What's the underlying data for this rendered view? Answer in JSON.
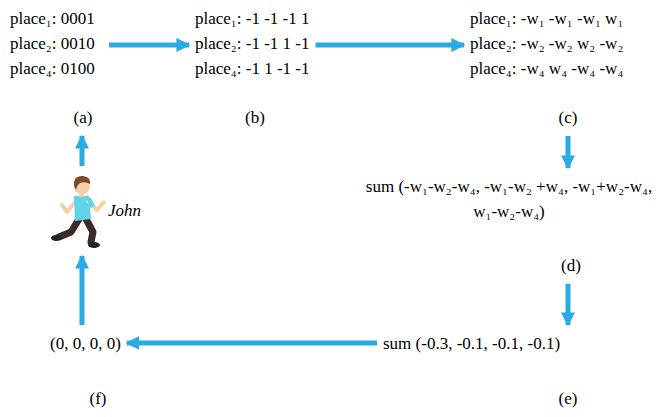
{
  "diagram": {
    "nodes": [
      {
        "text": [
          "place₁: 0001",
          "place₂: 0010",
          "place₄: 0100",
          "(a)"
        ]
      },
      {
        "text": [
          "place₁: -1 -1 -1 1",
          "place₂: -1 -1 1 -1",
          "place₄: -1 1 -1 -1",
          "(b)"
        ]
      },
      {
        "text": [
          "place₁: -w₁ -w₁ -w₁ w₁",
          "place₂: -w₂ -w₂ w₂ -w₂",
          "place₄: -w₄ w₄ -w₄ -w₄",
          "(c)"
        ]
      },
      {
        "text": [
          "sum (-w₁-w₂-w₄, -w₁-w₂ +w₄, -w₁+w₂-w₄, w₁-w₂-w₄)",
          "(d)"
        ]
      },
      {
        "text": [
          "sum (-0.3, -0.1, -0.1, -0.1)",
          "(e)"
        ]
      },
      {
        "text": [
          "(0, 0, 0, 0)",
          "(f)"
        ]
      },
      {
        "text": [
          "John"
        ]
      }
    ],
    "edges": [
      {
        "from": 0,
        "to": 1,
        "arrow": "to"
      },
      {
        "from": 1,
        "to": 2,
        "arrow": "to"
      },
      {
        "from": 2,
        "to": 3,
        "arrow": "to"
      },
      {
        "from": 3,
        "to": 4,
        "arrow": "to"
      },
      {
        "from": 4,
        "to": 5,
        "arrow": "to"
      },
      {
        "from": 5,
        "to": 6,
        "arrow": "to"
      },
      {
        "from": 6,
        "to": 0,
        "arrow": "to"
      }
    ]
  }
}
